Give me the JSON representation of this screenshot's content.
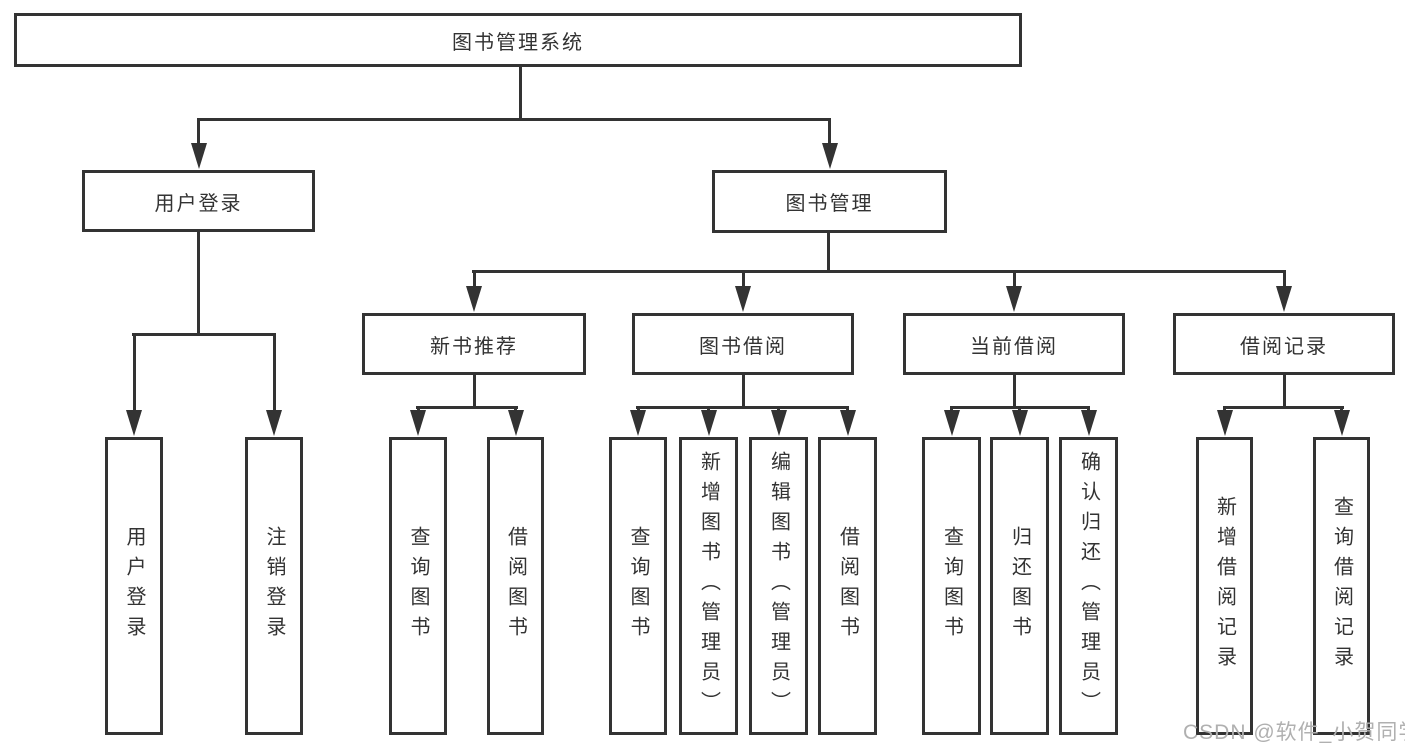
{
  "diagram": {
    "root": {
      "label": "图书管理系统"
    },
    "branches": [
      {
        "label": "用户登录",
        "children": [
          "用户登录",
          "注销登录"
        ]
      },
      {
        "label": "图书管理",
        "children_groups": [
          {
            "label": "新书推荐",
            "children": [
              "查询图书",
              "借阅图书"
            ]
          },
          {
            "label": "图书借阅",
            "children": [
              "查询图书",
              "新增图书（管理员）",
              "编辑图书（管理员）",
              "借阅图书"
            ]
          },
          {
            "label": "当前借阅",
            "children": [
              "查询图书",
              "归还图书",
              "确认归还（管理员）"
            ]
          },
          {
            "label": "借阅记录",
            "children": [
              "新增借阅记录",
              "查询借阅记录"
            ]
          }
        ]
      }
    ]
  },
  "watermark": "CSDN @软件_小贺同学"
}
